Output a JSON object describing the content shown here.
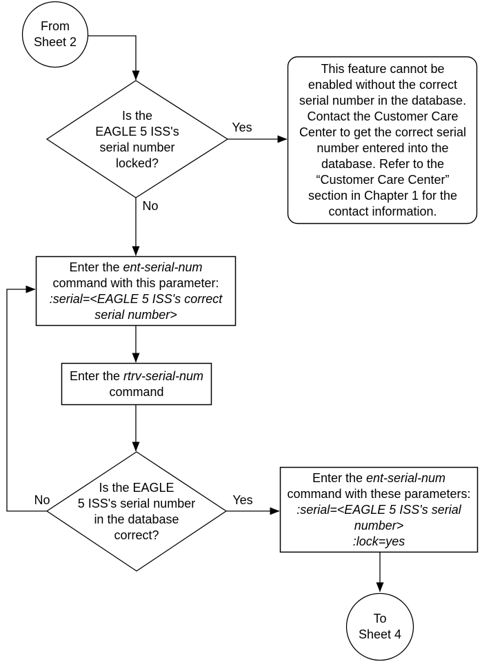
{
  "flowchart": {
    "colors": {
      "background": "#ffffff",
      "line": "#000000",
      "text": "#000000"
    },
    "nodes": {
      "start_connector": {
        "shape": "circle",
        "lines": [
          "From",
          "Sheet 2"
        ]
      },
      "decision_serial_locked": {
        "shape": "diamond",
        "lines": [
          "Is the",
          "EAGLE 5 ISS's",
          "serial number",
          "locked?"
        ]
      },
      "note_contact_customer_care": {
        "shape": "rounded-rect",
        "lines": [
          "This feature cannot be",
          "enabled without the correct",
          "serial number in the database.",
          "Contact the Customer Care",
          "Center to get the correct serial",
          "number entered into the",
          "database. Refer to the",
          "“Customer Care Center”",
          "section in Chapter 1 for the",
          "contact information."
        ]
      },
      "process_ent_serial_num": {
        "shape": "rect",
        "lines": [
          "Enter the *ent-serial-num*",
          "command with this parameter:",
          "*:serial=<EAGLE 5 ISS's correct*",
          "*serial number>*"
        ]
      },
      "process_rtrv_serial_num": {
        "shape": "rect",
        "lines": [
          "Enter the *rtrv-serial-num*",
          "command"
        ]
      },
      "decision_serial_correct": {
        "shape": "diamond",
        "lines": [
          "Is the EAGLE",
          "5 ISS's serial number",
          "in the database",
          "correct?"
        ]
      },
      "process_ent_serial_lock": {
        "shape": "rect",
        "lines": [
          "Enter the *ent-serial-num*",
          "command with these parameters:",
          "*:serial=<EAGLE 5 ISS's serial*",
          "*number>*",
          "*:lock=yes*"
        ]
      },
      "end_connector": {
        "shape": "circle",
        "lines": [
          "To",
          "Sheet 4"
        ]
      }
    },
    "edge_labels": {
      "locked_yes": "Yes",
      "locked_no": "No",
      "correct_yes": "Yes",
      "correct_no": "No"
    }
  }
}
